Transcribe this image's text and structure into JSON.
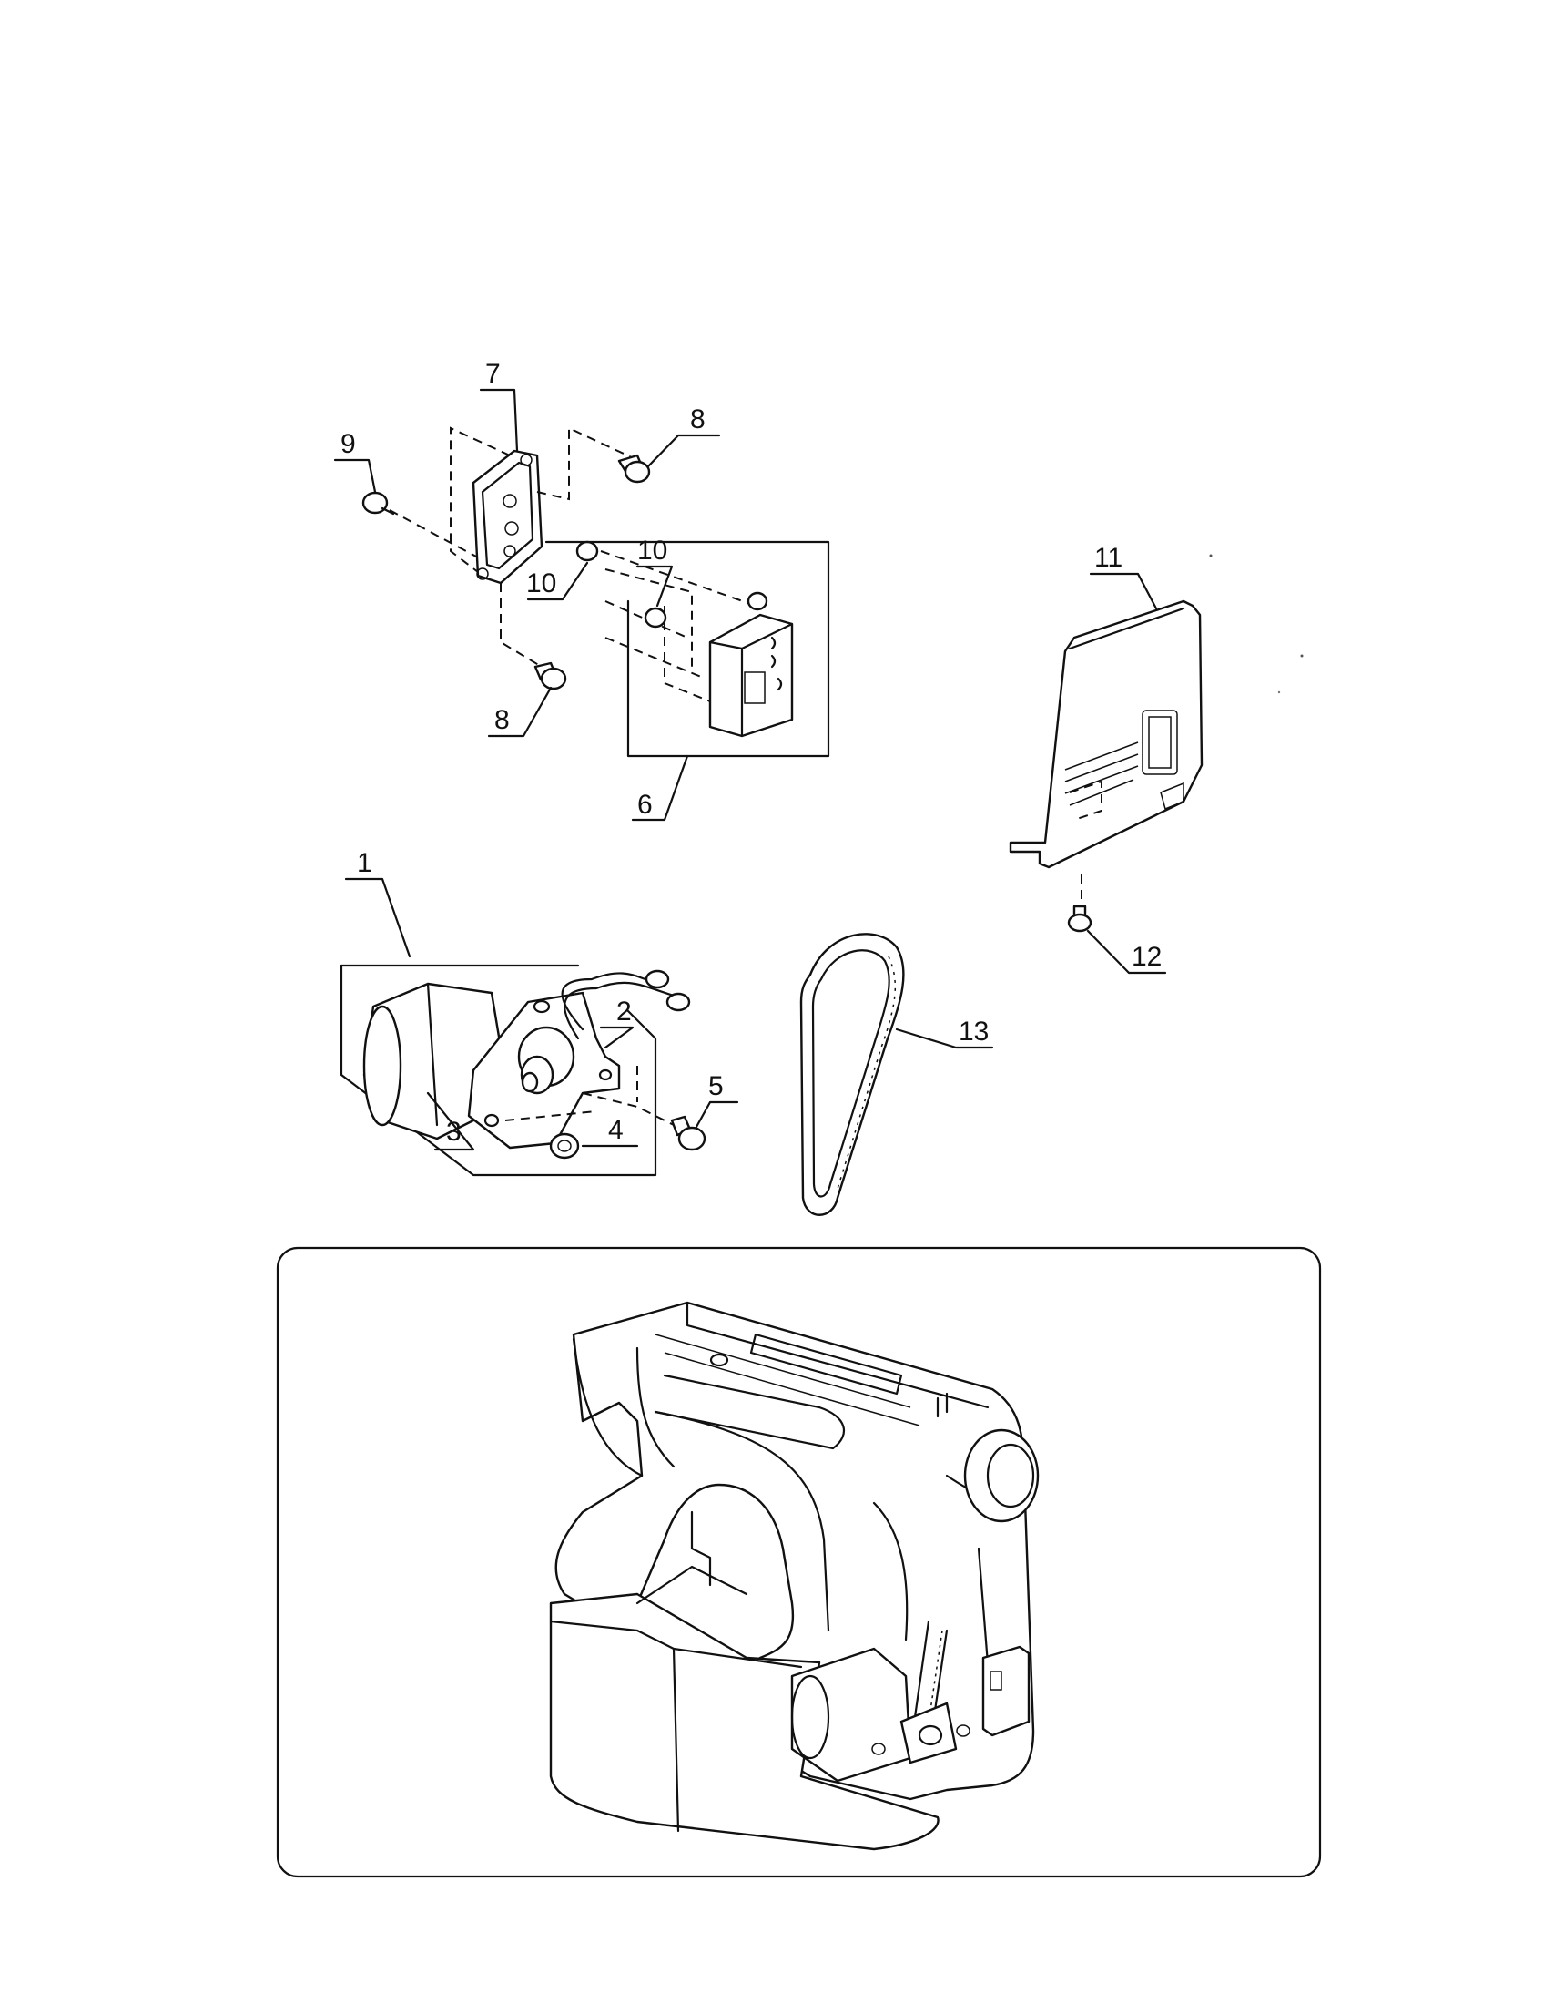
{
  "callouts": [
    {
      "id": "1",
      "text": "1"
    },
    {
      "id": "2",
      "text": "2"
    },
    {
      "id": "3",
      "text": "3"
    },
    {
      "id": "4",
      "text": "4"
    },
    {
      "id": "5",
      "text": "5"
    },
    {
      "id": "6",
      "text": "6"
    },
    {
      "id": "7",
      "text": "7"
    },
    {
      "id": "8a",
      "text": "8"
    },
    {
      "id": "8b",
      "text": "8"
    },
    {
      "id": "9",
      "text": "9"
    },
    {
      "id": "10a",
      "text": "10"
    },
    {
      "id": "10b",
      "text": "10"
    },
    {
      "id": "11",
      "text": "11"
    },
    {
      "id": "12",
      "text": "12"
    },
    {
      "id": "13",
      "text": "13"
    }
  ]
}
